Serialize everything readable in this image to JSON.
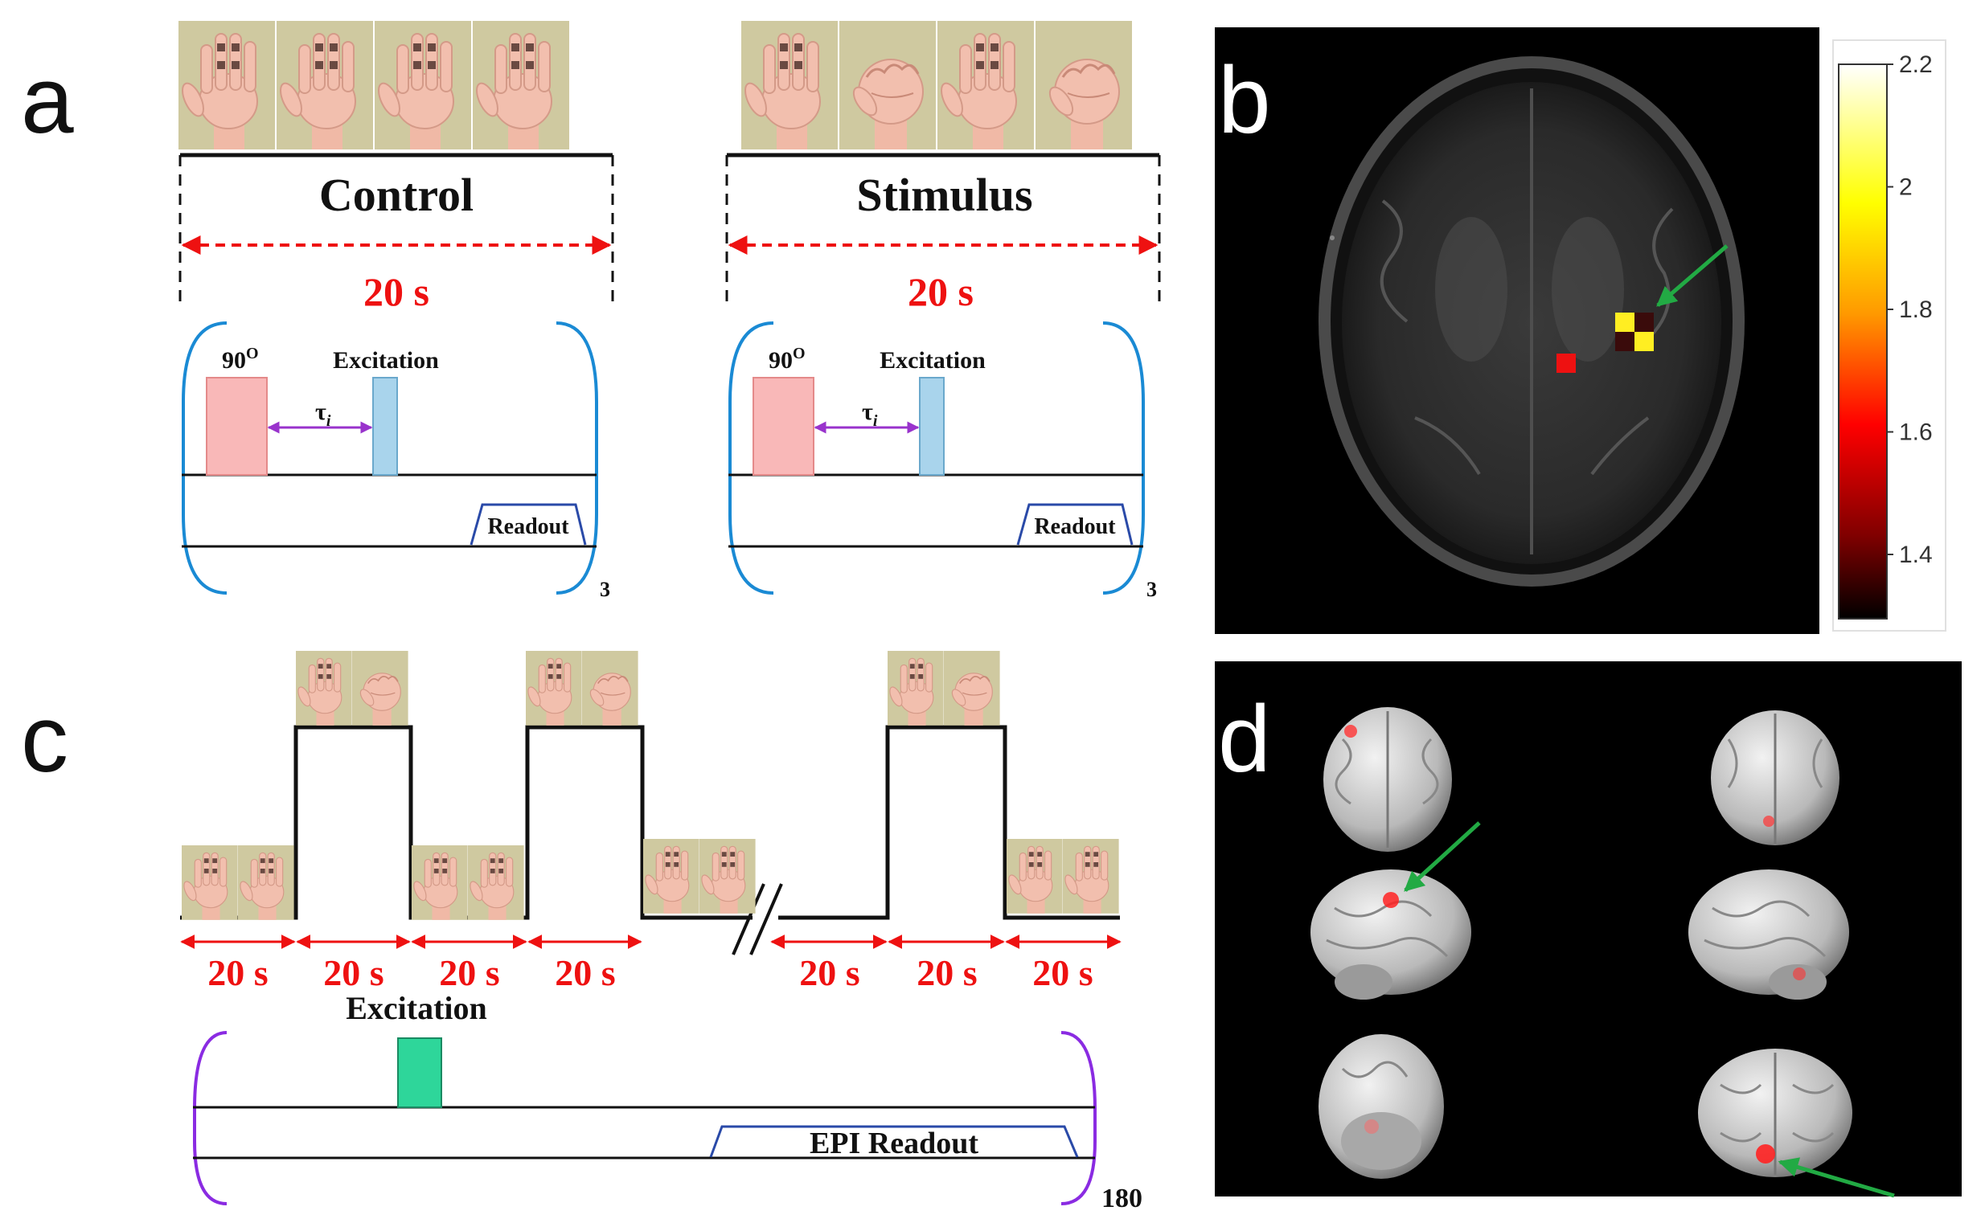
{
  "panels": {
    "a": {
      "letter": "a",
      "control": {
        "label": "Control",
        "duration": "20 s",
        "hands": [
          "open",
          "open",
          "open",
          "open"
        ],
        "pulse_label": "90",
        "pulse_superscript": "O",
        "excitation_label": "Excitation",
        "tau_label": "τ",
        "tau_sub": "i",
        "readout_label": "Readout",
        "repeat": "3"
      },
      "stimulus": {
        "label": "Stimulus",
        "duration": "20 s",
        "hands": [
          "open",
          "fist",
          "open",
          "fist"
        ],
        "pulse_label": "90",
        "pulse_superscript": "O",
        "excitation_label": "Excitation",
        "tau_label": "τ",
        "tau_sub": "i",
        "readout_label": "Readout",
        "repeat": "3"
      }
    },
    "b": {
      "letter": "b",
      "colorbar": {
        "ticks": [
          "2.2",
          "2",
          "1.8",
          "1.6",
          "1.4"
        ],
        "colors": [
          "#ffffff",
          "#ffff00",
          "#ff9900",
          "#ff0000",
          "#800000",
          "#000000"
        ]
      }
    },
    "c": {
      "letter": "c",
      "durations": [
        "20 s",
        "20 s",
        "20 s",
        "20 s",
        "20 s",
        "20 s",
        "20 s"
      ],
      "excitation_label": "Excitation",
      "readout_label": "EPI Readout",
      "repeat": "180"
    },
    "d": {
      "letter": "d"
    }
  },
  "colors": {
    "red_text": "#ee1111",
    "bracket_blue": "#1a8ad4",
    "bracket_purple": "#8a2be2",
    "pulse_pink": "#f9b8b8",
    "excitation_blue": "#a9d4ec",
    "epi_excitation_green": "#2ed69a",
    "arrow_green": "#22aa44",
    "hand_bg": "#cfc9a0"
  }
}
